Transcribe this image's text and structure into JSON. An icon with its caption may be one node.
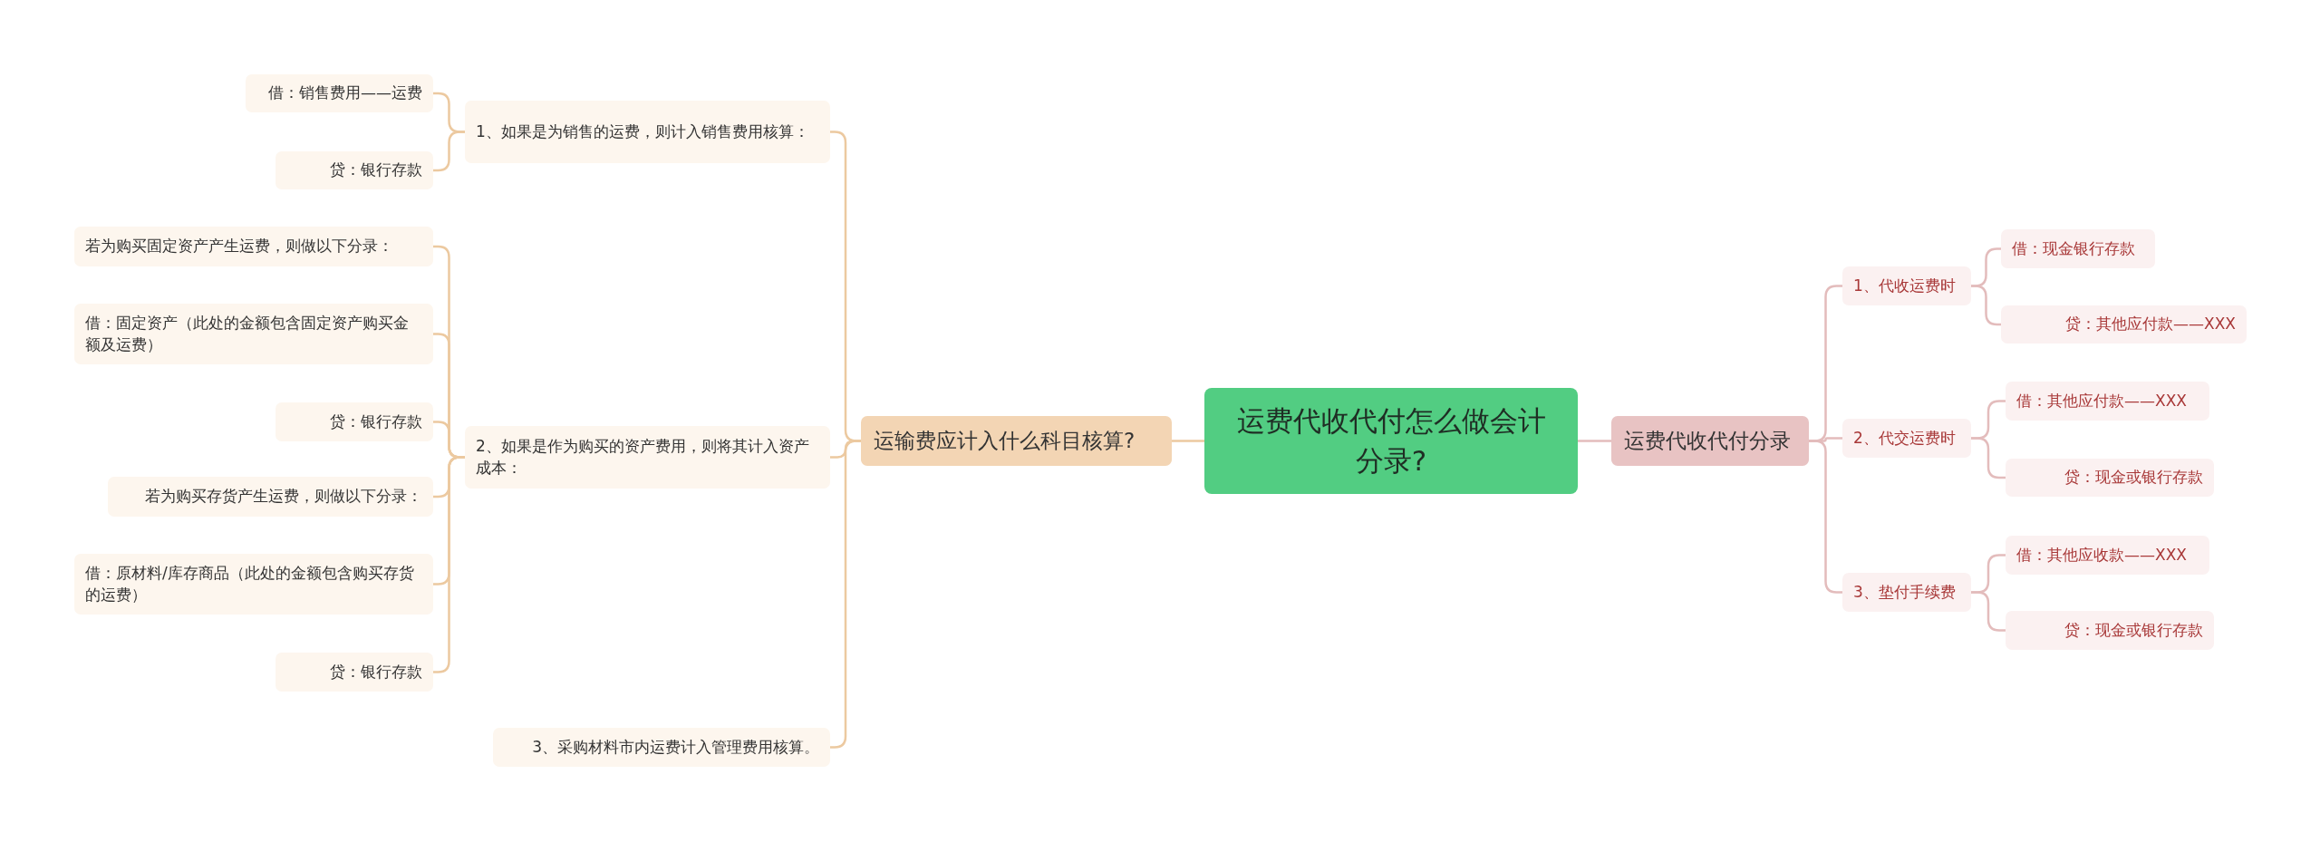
{
  "diagram": {
    "nodes": [
      {
        "text": [
          "运费代收代付怎么做会计分录?"
        ]
      },
      {
        "text": [
          "运输费应计入什么科目核算?"
        ]
      },
      {
        "text": [
          "1、如果是为销售的运费，则计入销售费用核算："
        ]
      },
      {
        "text": [
          "借：销售费用——运费"
        ]
      },
      {
        "text": [
          "贷：银行存款"
        ]
      },
      {
        "text": [
          "2、如果是作为购买的资产费用，则将其计入资产成本："
        ]
      },
      {
        "text": [
          "若为购买固定资产产生运费，则做以下分录："
        ]
      },
      {
        "text": [
          "借：固定资产（此处的金额包含固定资产购买金额及运费）"
        ]
      },
      {
        "text": [
          "贷：银行存款"
        ]
      },
      {
        "text": [
          "若为购买存货产生运费，则做以下分录："
        ]
      },
      {
        "text": [
          "借：原材料/库存商品（此处的金额包含购买存货的运费）"
        ]
      },
      {
        "text": [
          "贷：银行存款"
        ]
      },
      {
        "text": [
          "3、采购材料市内运费计入管理费用核算。"
        ]
      },
      {
        "text": [
          "运费代收代付分录"
        ]
      },
      {
        "text": [
          "1、代收运费时"
        ]
      },
      {
        "text": [
          "借：现金银行存款"
        ]
      },
      {
        "text": [
          "贷：其他应付款——XXX"
        ]
      },
      {
        "text": [
          "2、代交运费时"
        ]
      },
      {
        "text": [
          "借：其他应付款——XXX"
        ]
      },
      {
        "text": [
          "贷：现金或银行存款"
        ]
      },
      {
        "text": [
          "3、垫付手续费"
        ]
      },
      {
        "text": [
          "借：其他应收款——XXX"
        ]
      },
      {
        "text": [
          "贷：现金或银行存款"
        ]
      }
    ],
    "edges": [
      {
        "from": 0,
        "to": 1,
        "arrow": "none"
      },
      {
        "from": 1,
        "to": 2,
        "arrow": "none"
      },
      {
        "from": 2,
        "to": 3,
        "arrow": "none"
      },
      {
        "from": 2,
        "to": 4,
        "arrow": "none"
      },
      {
        "from": 1,
        "to": 5,
        "arrow": "none"
      },
      {
        "from": 5,
        "to": 6,
        "arrow": "none"
      },
      {
        "from": 5,
        "to": 7,
        "arrow": "none"
      },
      {
        "from": 5,
        "to": 8,
        "arrow": "none"
      },
      {
        "from": 5,
        "to": 9,
        "arrow": "none"
      },
      {
        "from": 5,
        "to": 10,
        "arrow": "none"
      },
      {
        "from": 5,
        "to": 11,
        "arrow": "none"
      },
      {
        "from": 1,
        "to": 12,
        "arrow": "none"
      },
      {
        "from": 0,
        "to": 13,
        "arrow": "none",
        "color": "#e3bcbc"
      },
      {
        "from": 13,
        "to": 14,
        "arrow": "none",
        "color": "#e3bcbc"
      },
      {
        "from": 14,
        "to": 15,
        "arrow": "none",
        "color": "#e3bcbc"
      },
      {
        "from": 14,
        "to": 16,
        "arrow": "none",
        "color": "#e3bcbc"
      },
      {
        "from": 13,
        "to": 17,
        "arrow": "none",
        "color": "#e3bcbc"
      },
      {
        "from": 17,
        "to": 18,
        "arrow": "none",
        "color": "#e3bcbc"
      },
      {
        "from": 17,
        "to": 19,
        "arrow": "none",
        "color": "#e3bcbc"
      },
      {
        "from": 13,
        "to": 20,
        "arrow": "none",
        "color": "#e3bcbc"
      },
      {
        "from": 20,
        "to": 21,
        "arrow": "none",
        "color": "#e3bcbc"
      },
      {
        "from": 20,
        "to": 22,
        "arrow": "none",
        "color": "#e3bcbc"
      }
    ]
  }
}
